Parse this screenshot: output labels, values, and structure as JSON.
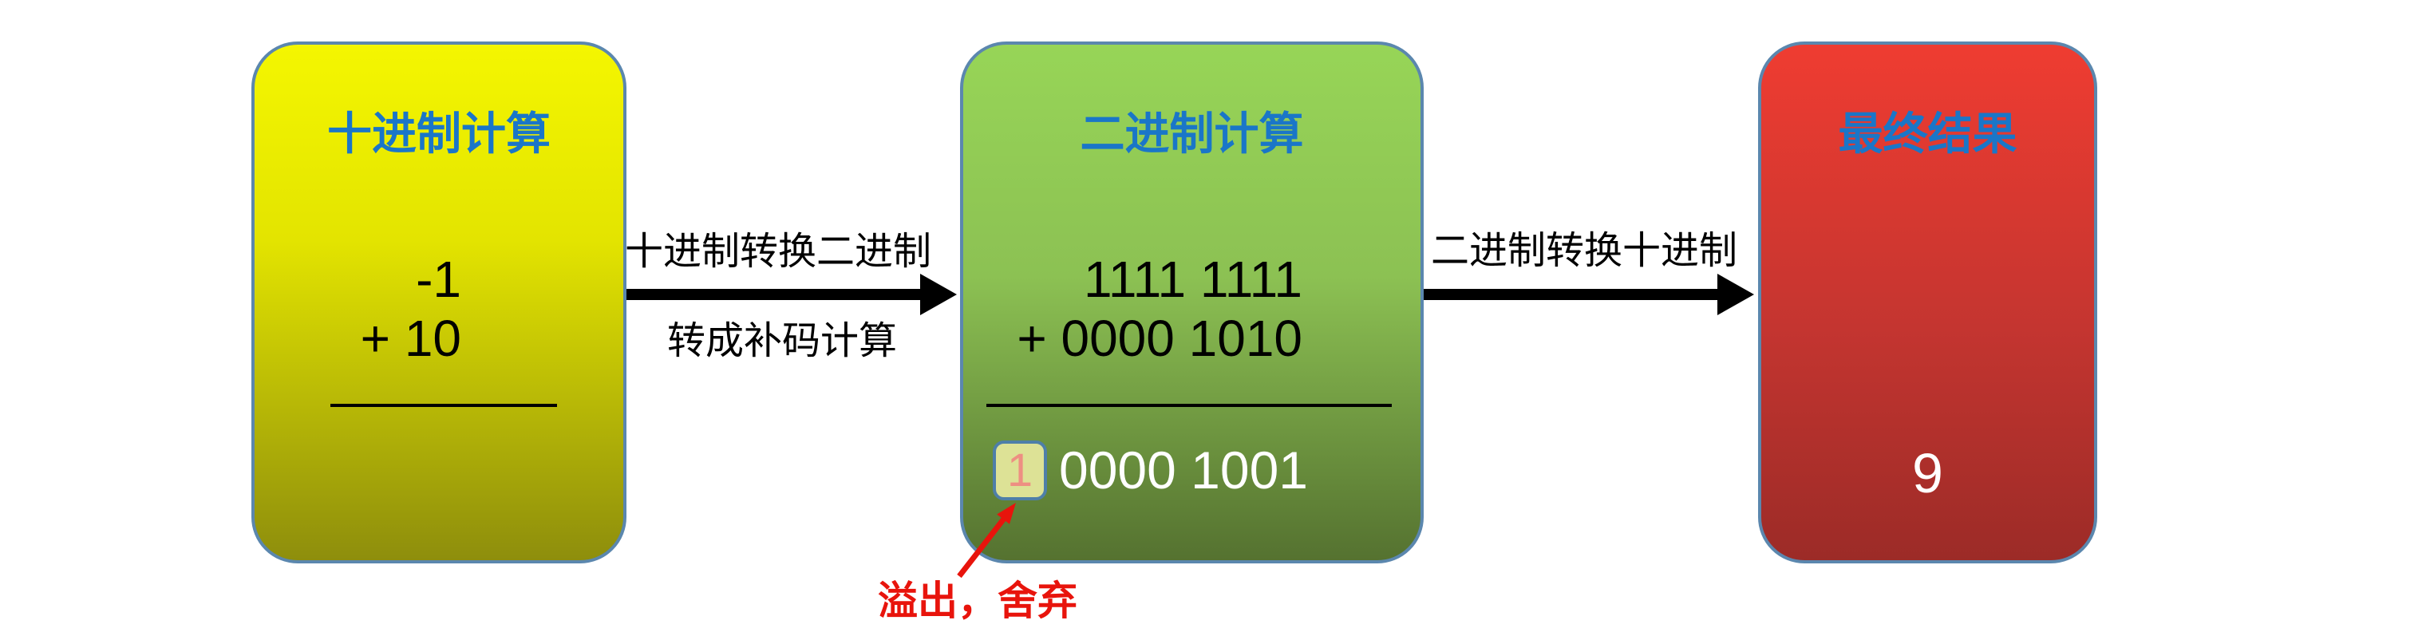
{
  "boxes": {
    "decimal": {
      "title": "十进制计算",
      "operand_top": "-1",
      "operand_bottom": "+ 10"
    },
    "binary": {
      "title": "二进制计算",
      "operand_top": "1111 1111",
      "operand_bottom": "+ 0000 1010",
      "overflow_bit": "1",
      "result": "0000 1001"
    },
    "final": {
      "title": "最终结果",
      "value": "9"
    }
  },
  "arrows": {
    "decimal_to_binary": {
      "label_top": "十进制转换二进制",
      "label_bottom": "转成补码计算"
    },
    "binary_to_decimal": {
      "label": "二进制转换十进制"
    }
  },
  "annotation": {
    "overflow_note": "溢出，舍弃"
  },
  "colors": {
    "title_text": "#1a76c8",
    "box_border": "#5b87ae",
    "decimal_gradient_top": "#f4f600",
    "decimal_gradient_bottom": "#8e8e0c",
    "binary_gradient_top": "#97d557",
    "binary_gradient_bottom": "#557230",
    "final_gradient_top": "#ef3c31",
    "final_gradient_bottom": "#9c2b27",
    "operand_text": "#000000",
    "result_text": "#ffffff",
    "arrow": "#000000",
    "annotation_red": "#e8140c",
    "overflow_bit_text": "#ee8f82",
    "overflow_chip_fill": "#dde296",
    "overflow_chip_border": "#4e7fa8"
  }
}
